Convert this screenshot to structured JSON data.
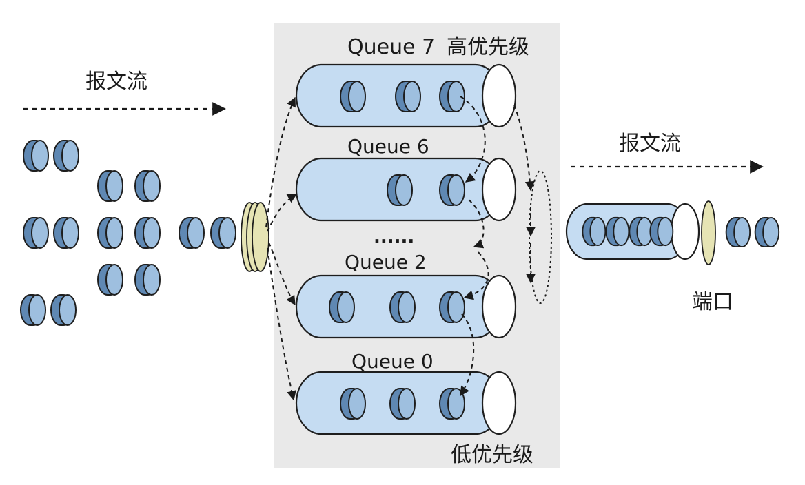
{
  "labels": {
    "flow_in": "报文流",
    "flow_out": "报文流",
    "queue7": "Queue 7",
    "high_priority": "高优先级",
    "queue6": "Queue 6",
    "ellipsis": "......",
    "queue2": "Queue 2",
    "queue0": "Queue 0",
    "low_priority": "低优先级",
    "port": "端口"
  },
  "colors": {
    "panel": "#e9e9e9",
    "queue_fill": "#c5dcf2",
    "packet_fill": "#5f88b3",
    "packet_face": "#9ebfdf",
    "outline": "#1e1e1e",
    "classifier": "#e6e4b4"
  }
}
